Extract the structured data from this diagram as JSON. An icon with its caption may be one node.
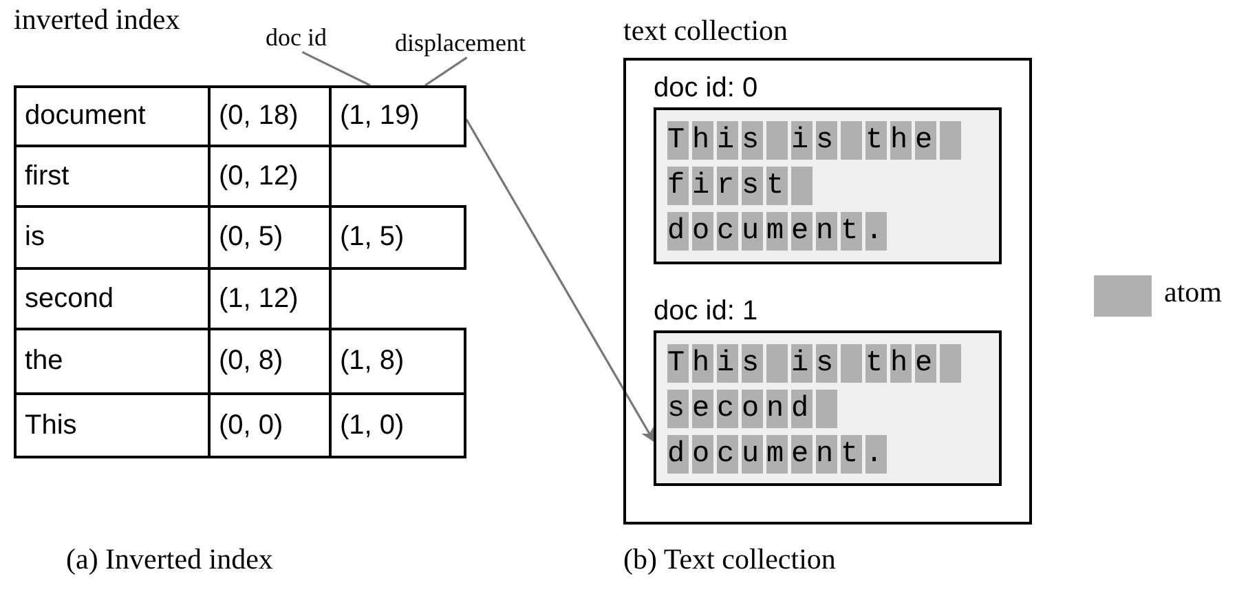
{
  "diagram": {
    "nodes": [
      {
        "text": [
          "text collection"
        ]
      },
      {
        "text": [
          "doc id: 0",
          "This is the first document."
        ],
        "in": 0
      },
      {
        "text": [
          "doc id: 1",
          "This is the second document."
        ],
        "in": 0
      },
      {
        "text": [
          "(1, 19)"
        ]
      },
      {
        "text": [
          "doc id"
        ]
      },
      {
        "text": [
          "displacement"
        ]
      }
    ],
    "edges": [
      {
        "from": 3,
        "to": 2,
        "arrow": "to"
      },
      {
        "from": 4,
        "to": 3,
        "arrow": "none"
      },
      {
        "from": 5,
        "to": 3,
        "arrow": "none"
      }
    ],
    "labels": [
      "inverted index",
      "document",
      "(0, 18)",
      "first",
      "(0, 12)",
      "is",
      "(0, 5)",
      "(1, 5)",
      "second",
      "(1, 12)",
      "the",
      "(0, 8)",
      "(1, 8)",
      "This",
      "(0, 0)",
      "(1, 0)",
      "(a) Inverted index",
      "(b) Text collection"
    ],
    "legend": [
      {
        "text": "atom",
        "color": "#b0b0b0"
      }
    ]
  }
}
